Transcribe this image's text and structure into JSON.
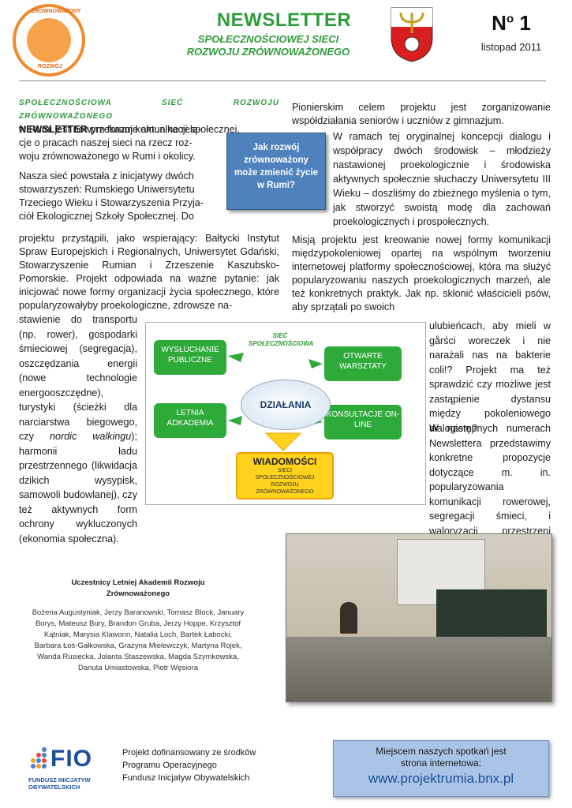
{
  "header": {
    "logo_top_text": "ZRÓWNOWAŻONY",
    "logo_bottom_text": "ROZWÓJ",
    "title": "NEWSLETTER",
    "subtitle_line1": "SPOŁECZNOŚCIOWEJ SIECI",
    "subtitle_line2": "ROZWOJU ZRÓWNOWAŻONEGO",
    "issue_prefix": "N",
    "issue_sup": "o",
    "issue_number": " 1",
    "issue_date": "listopad 2011"
  },
  "left_column": {
    "heading": "SPOŁECZNOŚCIOWA SIEĆ ROZWOJU ZRÓWNOWAŻONEGO",
    "p1_a": "w Rumi jest nowym forum komunikacji społecznej.",
    "p1_bold": "NEWSLETTER",
    "p1_b": " przekazuje aktualne rela-",
    "p1_c": "cje o pracach naszej sieci na rzecz roz-",
    "p1_d": "woju zrównoważonego w Rumi i okolicy.",
    "p2_1": "Nasza sieć powstała z inicjatywy dwóch",
    "p2_2": "stowarzyszeń: Rumskiego Uniwersytetu",
    "p2_3": "Trzeciego Wieku i Stowarzyszenia Przyja-",
    "p2_4": "ciół Ekologicznej Szkoły Społecznej. Do",
    "p2_rest": "projektu przystąpili, jako wspierający: Bałtycki Instytut Spraw Europejskich i Regionalnych, Uniwersytet Gdański, Stowarzyszenie Rumian i Zrzeszenie Kaszubsko-Pomorskie. Projekt odpowiada na ważne pytanie: jak inicjować nowe formy organizacji życia społecznego, które popularyzowałyby proekologiczne, zdrowsze na-",
    "p2_narrow": "stawienie do transportu (np. rower), gospodarki śmieciowej (segregacja), oszczędzania energii (nowe technologie energooszczędne), turystyki (ścieżki dla narciarstwa biegowego, czy ",
    "p2_italic": "nordic walkingu",
    "p2_end": "); harmonii ładu przestrzennego (likwidacja dzikich wysypisk, samowoli budowlanej), czy też aktywnych form ochrony wykluczonych (ekonomia społeczna)."
  },
  "callout": {
    "text": "Jak rozwój zrównoważony może zmienić życie w Rumi?"
  },
  "right_column": {
    "p1": "Pionierskim celem projektu jest zorganizowanie współdziałania seniorów i uczniów z gimnazjum.",
    "p2": "W ramach tej oryginalnej koncepcji dialogu i współpracy dwóch środowisk – młodzieży nastawionej proekologicznie i środowiska aktywnych społecznie słuchaczy Uniwersytetu III Wieku – doszliśmy do zbieżnego myślenia o tym, jak stworzyć swoistą modę dla zachowań proekologicznych i prospołecznych.",
    "p3": "Misją projektu jest kreowanie nowej formy komunikacji międzypokoleniowej opartej na wspólnym tworzeniu internetowej platformy społecznościowej, która ma służyć popularyzowaniu naszych proekologicznych marzeń, ale też konkretnych praktyk. Jak np. skłonić właścicieli psów, aby sprzątali po swoich",
    "p3_narrow": "ulubieńcach, aby mieli w gårści woreczek i nie narażali nas na bakterie coli!? Projekt ma też sprawdzić czy możliwe jest zastąpienie dystansu między pokoleniowego dialogiem?",
    "p4": "W następnych numerach Newslettera przedstawimy konkretne propozycje dotyczące m. in. popularyzowania komunikacji rowerowej, segregacji śmieci, i waloryzacji przestrzeni miejskiej."
  },
  "diagram": {
    "label_top": "SIEĆ",
    "label_bottom": "SPOŁECZNOŚCIOWA",
    "box1": "WYSŁUCHANIE PUBLICZNE",
    "box2": "OTWARTE WARSZTATY",
    "box3": "LETNIA ADKADEMIA",
    "box4": "KONSULTACJE ON-LINE",
    "center": "DZIAŁANIA",
    "result_title": "WIADOMOŚCI",
    "result_sub": "SIECI SPOŁECZNOŚCIOWEJ ROZWOJU ZRÓWNOWAŻONEGO"
  },
  "caption": {
    "title": "Uczestnicy Letniej Akademii Rozwoju Zrównoważonego",
    "names": "Bożena Augustyniak, Jerzy Baranowski, Tomasz Block, January Borys, Mateusz Bury, Brandon Gruba, Jerzy Hoppe, Krzysztof Kątniak, Marysia Klawonn, Natalia Loch, Bartek Łabocki, Barbara Łoś-Gałkowska, Grażyna Mielewczyk, Martyna Rojek, Wanda Rusiecka, Jolanta Staszewska, Magda Szymkowska, Danuta Umiastowska, Piotr Węsiora"
  },
  "footer": {
    "fio_big": "FIO",
    "fio_small1": "FUNDUSZ INICJATYW",
    "fio_small2": "OBYWATELSKICH",
    "funding_1": "Projekt dofinansowany ze środków",
    "funding_2": "Programu Operacyjnego",
    "funding_3": "Fundusz Inicjatyw Obywatelskich",
    "web_1": "Miejscem naszych spotkań jest",
    "web_2": "strona internetowa:",
    "web_url": "www.projektrumia.bnx.pl"
  }
}
